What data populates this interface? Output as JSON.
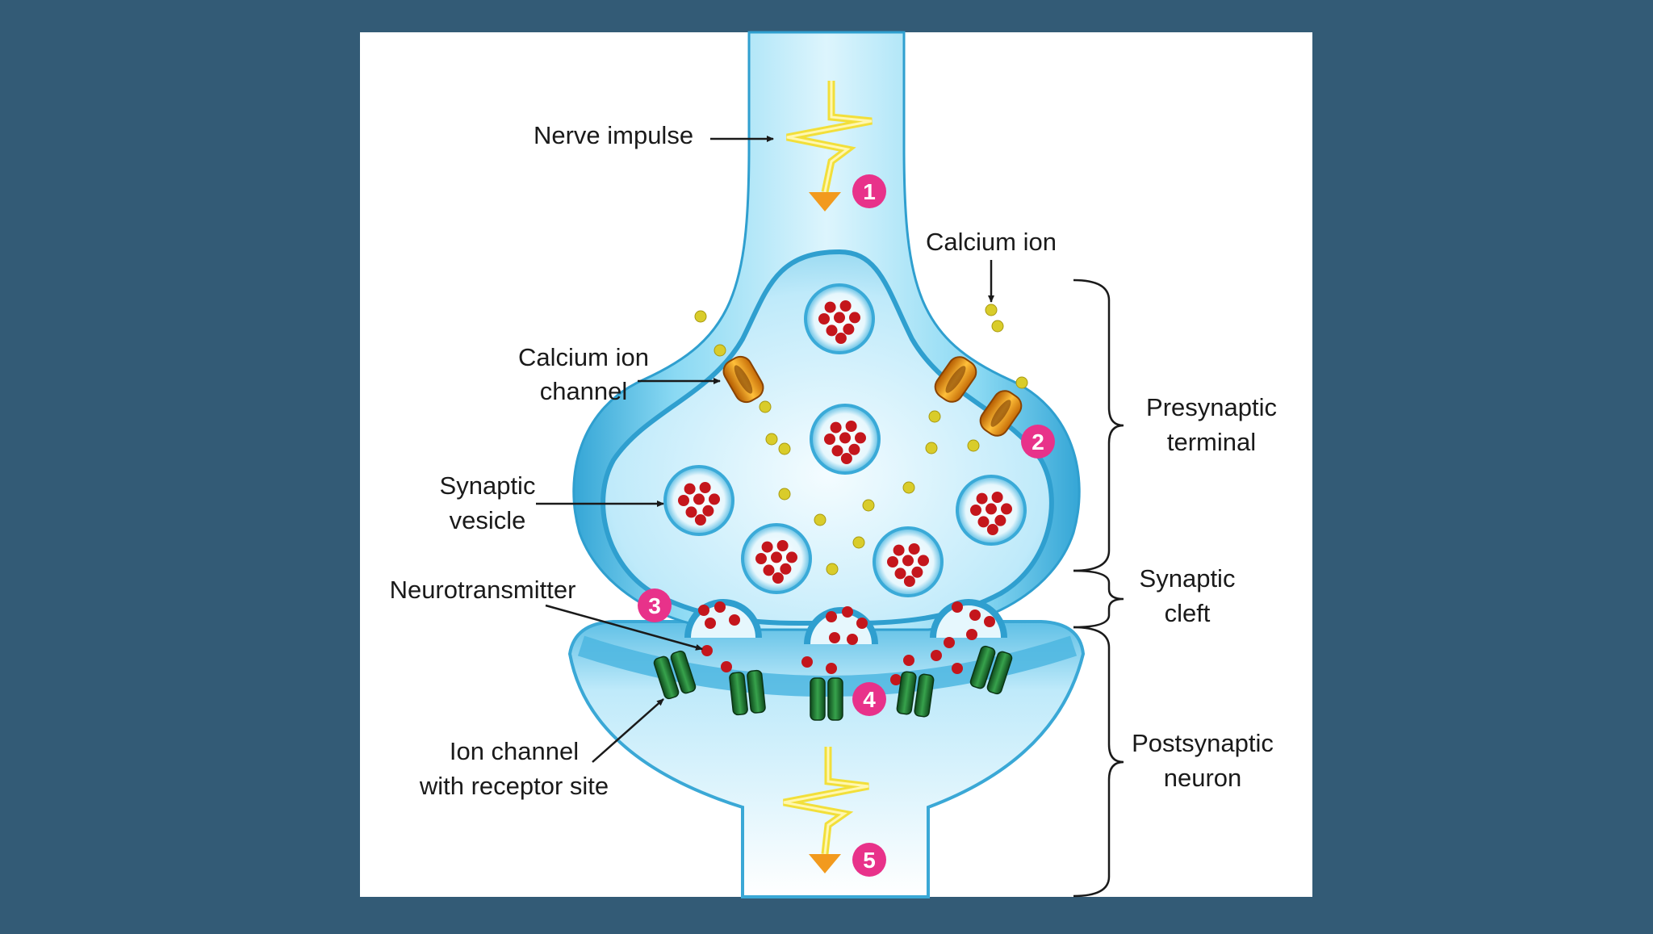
{
  "colors": {
    "background": "#335b76",
    "panel": "#ffffff",
    "neuron": "#7fd3ef",
    "neuron_dark": "#37a9d6",
    "badge": "#e8328a",
    "calcium_ion": "#d9cc2a",
    "neurotransmitter": "#c4161c",
    "channel": "#f08a12",
    "receptor": "#1f6b2e"
  },
  "labels": {
    "nerve_impulse": "Nerve impulse",
    "calcium_ion": "Calcium ion",
    "calcium_channel_1": "Calcium ion",
    "calcium_channel_2": "channel",
    "synaptic_vesicle_1": "Synaptic",
    "synaptic_vesicle_2": "vesicle",
    "neurotransmitter": "Neurotransmitter",
    "ion_channel_1": "Ion channel",
    "ion_channel_2": "with receptor site",
    "presynaptic_1": "Presynaptic",
    "presynaptic_2": "terminal",
    "cleft_1": "Synaptic",
    "cleft_2": "cleft",
    "postsynaptic_1": "Postsynaptic",
    "postsynaptic_2": "neuron"
  },
  "steps": [
    "1",
    "2",
    "3",
    "4",
    "5"
  ]
}
